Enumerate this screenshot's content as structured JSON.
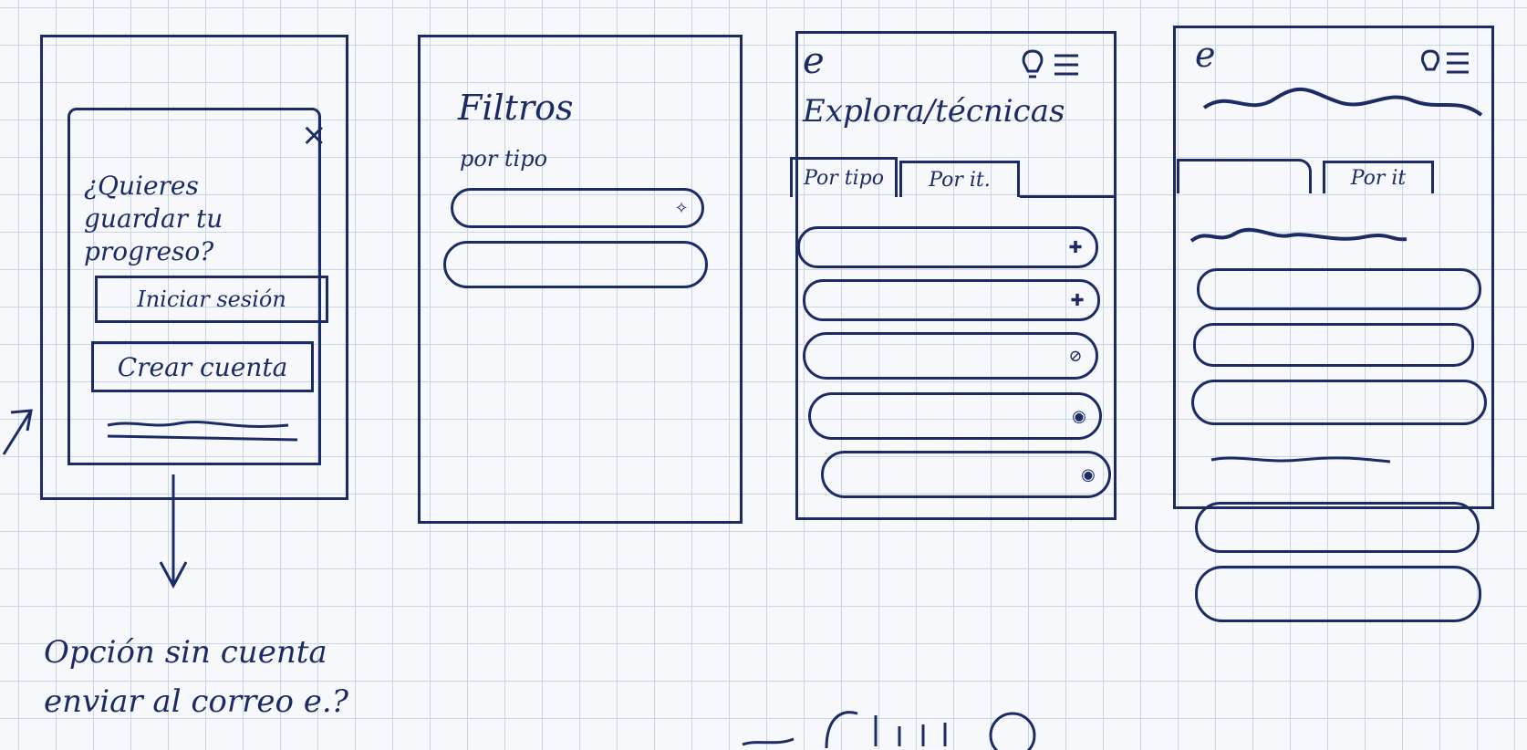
{
  "screen1": {
    "dialog_question": "¿Quieres guardar tu progreso?",
    "close_label": "×",
    "login_button": "Iniciar sesión",
    "create_account_button": "Crear cuenta"
  },
  "screen2": {
    "title": "Filtros",
    "subtitle": "por tipo"
  },
  "screen3": {
    "logo": "e",
    "title": "Explora/técnicas",
    "tabs": [
      "Por tipo",
      "Por it."
    ]
  },
  "screen4": {
    "logo": "e",
    "tabs": [
      "Por it"
    ]
  },
  "annotation": {
    "note": "Opción sin cuenta enviar al correo e.?"
  },
  "colors": {
    "ink": "#1d2b64",
    "grid": "#c7d5e6",
    "paper": "#f6f8fb"
  }
}
